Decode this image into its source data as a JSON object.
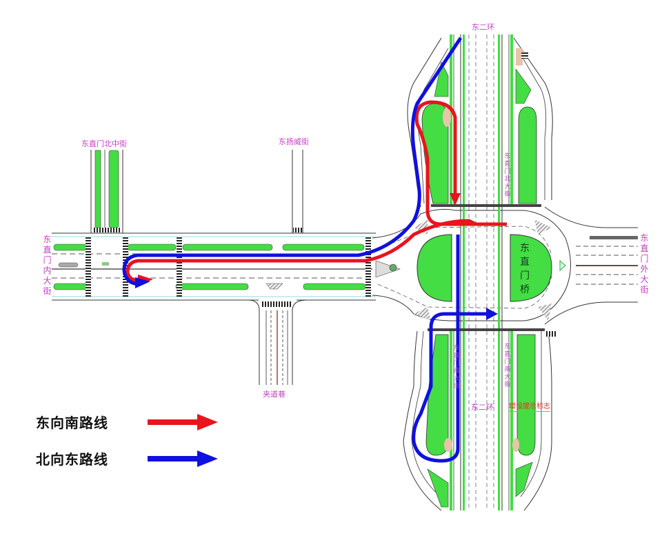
{
  "labels": {
    "east_second_ring_top": "东二环",
    "dongzhimen_north_middle_st": "东直门北中街",
    "dongyangwei_st": "东扬威街",
    "dongzhimen_inner_st": "东直门内大街",
    "dongzhimen_north_st": "东直门北大街",
    "dongzhimen_bridge": "东直门桥",
    "dongzhimen_outer_st": "东直门外大街",
    "jiadao_alley": "夹道巷",
    "east_second_ring_bottom": "东二环",
    "dongzhimen_south_st": "东直门南大街",
    "dongzhimen_south_st_left": "东直门南大街",
    "notice_sign": "增设提示标志"
  },
  "legend": [
    {
      "label": "东向南路线",
      "color": "#e8141e"
    },
    {
      "label": "北向东路线",
      "color": "#1010e0"
    }
  ],
  "colors": {
    "green_belt": "#44dd44",
    "road_line": "#333333",
    "label": "#c040c0",
    "route_red": "#e8141e",
    "route_blue": "#1010e0",
    "notice": "#e03020"
  }
}
